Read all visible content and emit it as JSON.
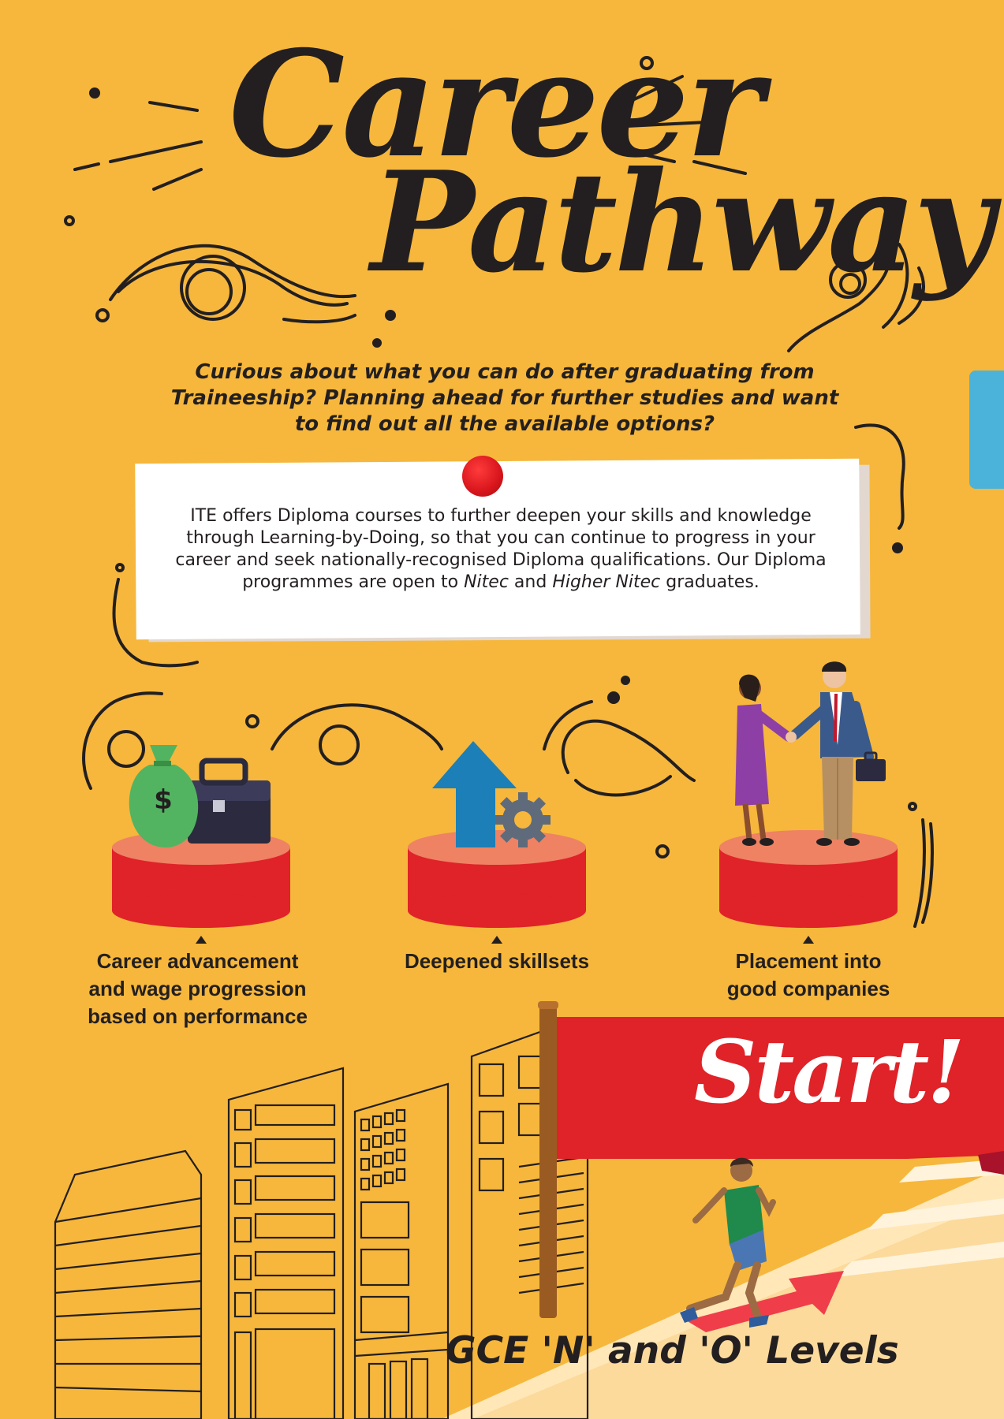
{
  "title": {
    "line1": "Career",
    "line2": "Pathway"
  },
  "intro": "Curious about what you can do after graduating from Traineeship? Planning ahead for further studies and want to find out all the available options?",
  "note": {
    "text_before": "ITE offers Diploma courses to further deepen your skills and knowledge through Learning-by-Doing, so that you can continue to progress in your career and seek nationally-recognised Diploma qualifications. Our Diploma programmes are open to ",
    "term1": "Nitec",
    "and": " and ",
    "term2": "Higher Nitec",
    "text_after": " graduates."
  },
  "pillars": [
    {
      "label": "Career advancement and wage progression based on performance",
      "icon": "money-bag-briefcase-icon"
    },
    {
      "label": "Deepened skillsets",
      "icon": "arrow-up-gear-icon"
    },
    {
      "label": "Placement into good companies",
      "icon": "handshake-icon"
    }
  ],
  "money_symbol": "$",
  "banner": {
    "text": "Start!"
  },
  "footer": {
    "text": "GCE 'N' and 'O' Levels"
  },
  "colors": {
    "background": "#F6B73C",
    "red": "#DF2328",
    "podium_top": "#EE8263",
    "ink": "#231F20",
    "accent_blue": "#4BB3DA"
  }
}
